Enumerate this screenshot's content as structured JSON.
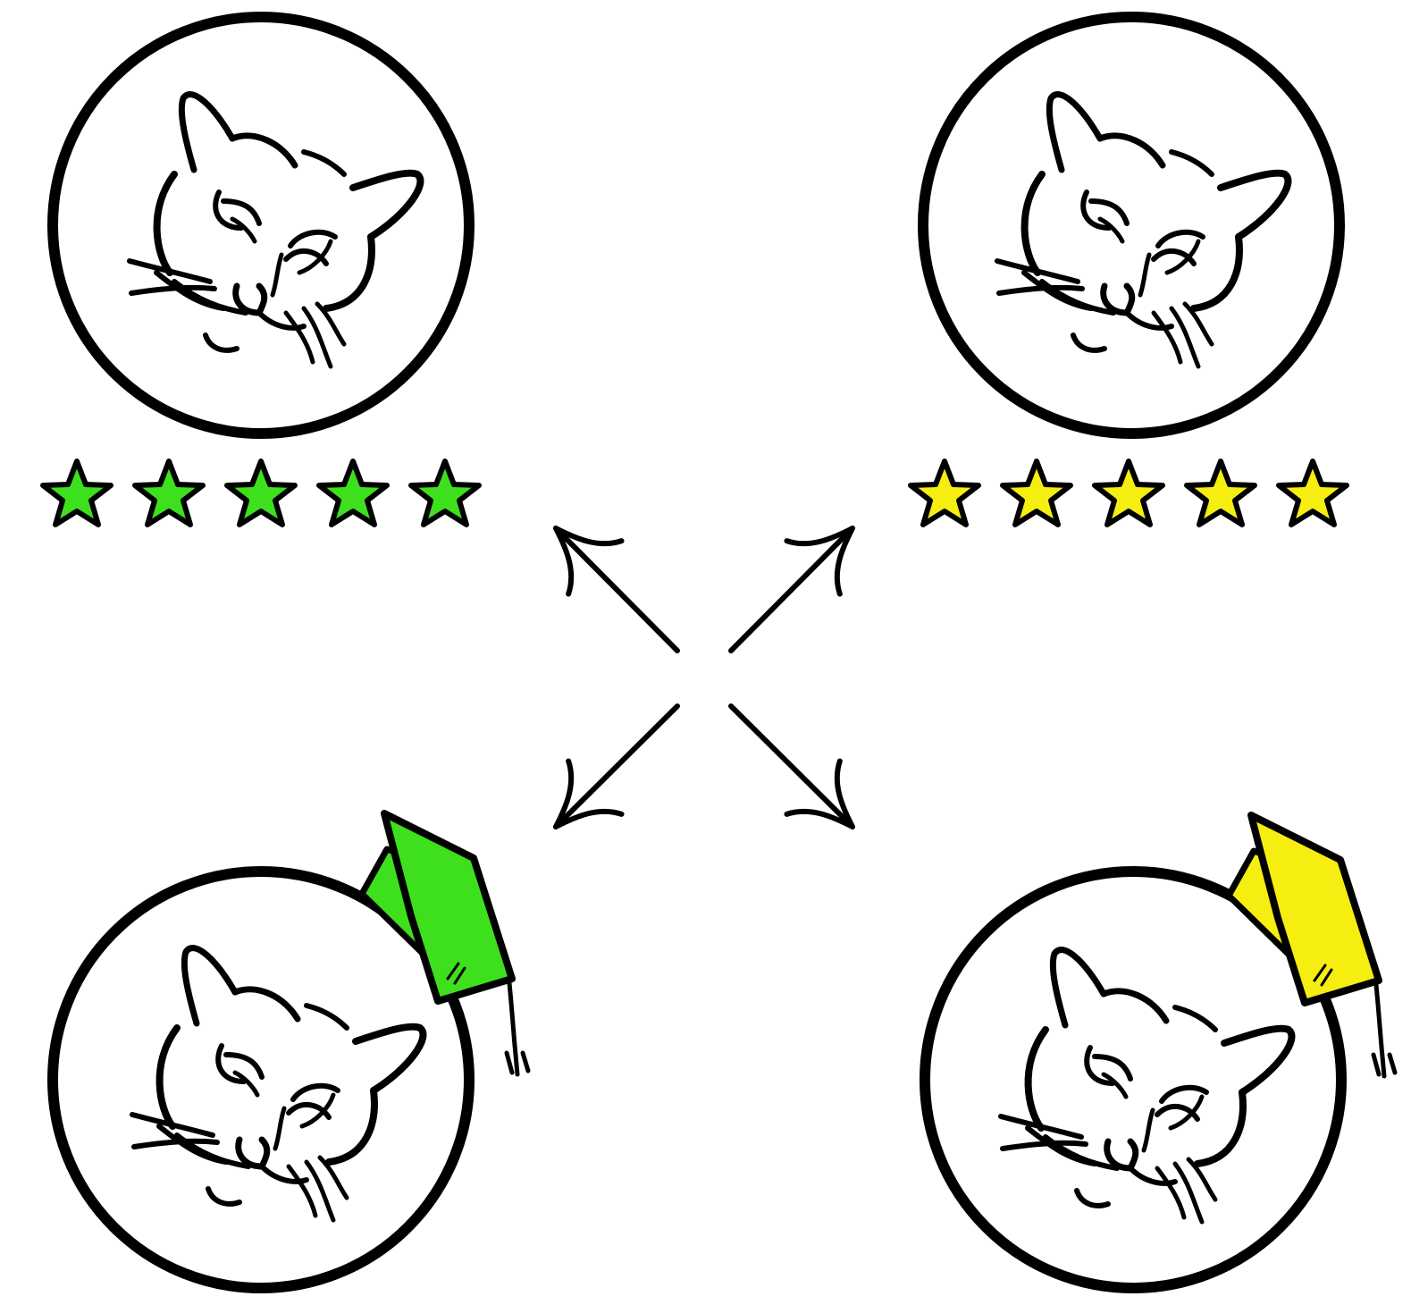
{
  "colors": {
    "ink": "#000000",
    "background": "#ffffff",
    "green": "#3ee01e",
    "yellow": "#f5ee10"
  },
  "nodes": [
    {
      "id": "top-left",
      "icon": "cat-face-icon",
      "accessory": "star-rating",
      "accessory_color": "green",
      "stars": 5
    },
    {
      "id": "top-right",
      "icon": "cat-face-icon",
      "accessory": "star-rating",
      "accessory_color": "yellow",
      "stars": 5
    },
    {
      "id": "bottom-left",
      "icon": "cat-face-icon",
      "accessory": "graduation-cap",
      "accessory_color": "green"
    },
    {
      "id": "bottom-right",
      "icon": "cat-face-icon",
      "accessory": "graduation-cap",
      "accessory_color": "yellow"
    }
  ],
  "arrows": [
    {
      "icon": "arrow-icon",
      "direction": "up-left"
    },
    {
      "icon": "arrow-icon",
      "direction": "up-right"
    },
    {
      "icon": "arrow-icon",
      "direction": "down-left"
    },
    {
      "icon": "arrow-icon",
      "direction": "down-right"
    }
  ]
}
